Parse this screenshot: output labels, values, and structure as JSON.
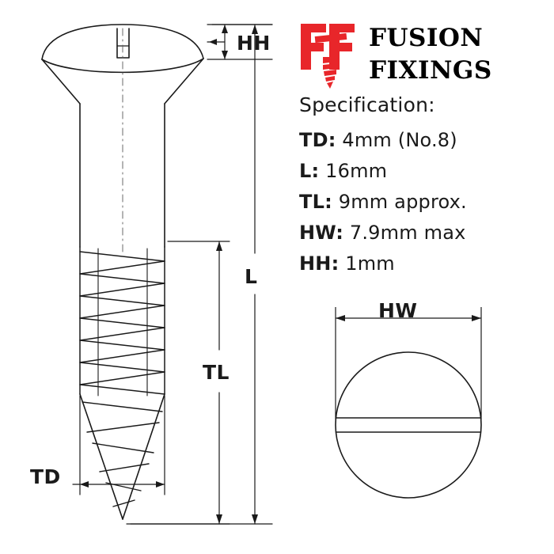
{
  "brand": {
    "logo_icon": "fusion-fixings-logo-icon",
    "line1": "FUSION",
    "line2": "FIXINGS",
    "accent_color": "#e8262a",
    "text_color": "#000000"
  },
  "spec": {
    "title": "Specification:",
    "rows": [
      {
        "key": "TD:",
        "value": "4mm (No.8)"
      },
      {
        "key": "L:",
        "value": "16mm"
      },
      {
        "key": "TL:",
        "value": "9mm approx."
      },
      {
        "key": "HW:",
        "value": "7.9mm max"
      },
      {
        "key": "HH:",
        "value": "1mm"
      }
    ]
  },
  "diagram": {
    "screw_side_view": "slotted-raised-countersunk-wood-screw-side-view",
    "screw_head_view": "slotted-raised-countersunk-wood-screw-head-top-view",
    "labels": {
      "hh": "HH",
      "l": "L",
      "tl": "TL",
      "td": "TD",
      "hw": "HW"
    },
    "line_color": "#1a1a1a"
  }
}
